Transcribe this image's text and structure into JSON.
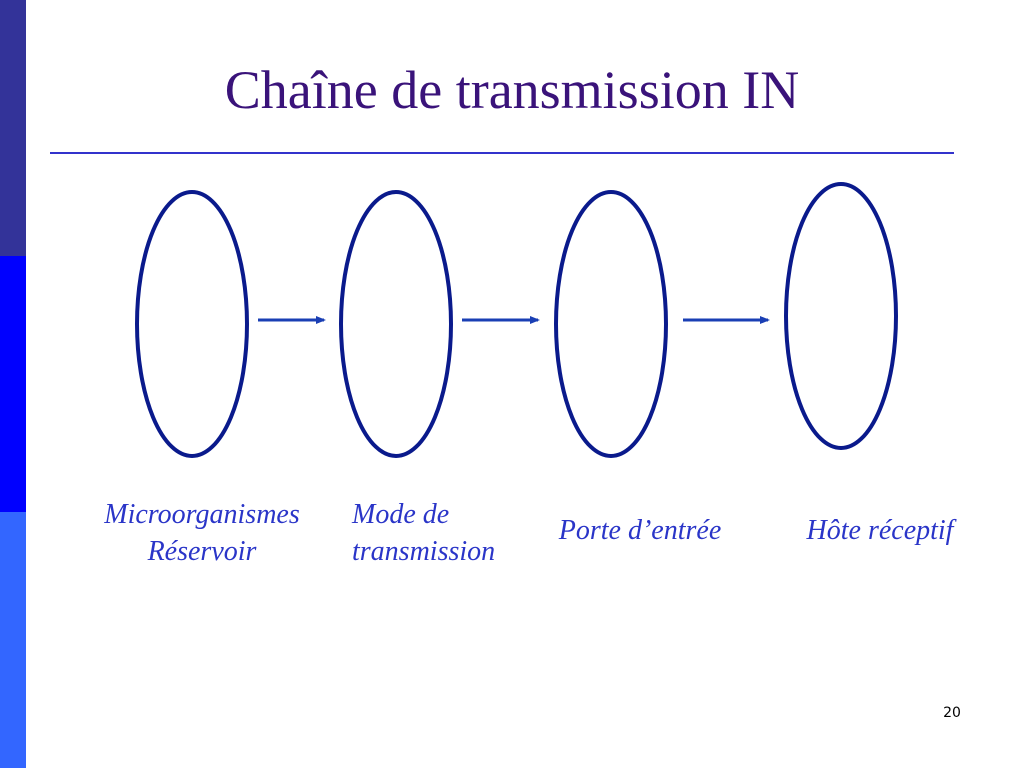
{
  "slide": {
    "title": "Chaîne de transmission IN",
    "page_number": "20"
  },
  "colors": {
    "title": "#3A137A",
    "rule": "#3333CC",
    "ellipse_stroke": "#0A1A8C",
    "arrow": "#1A3FB4",
    "label": "#2A35C8",
    "sidebar_top": "#333399",
    "sidebar_mid": "#0000FF",
    "sidebar_bottom": "#3366FF"
  },
  "diagram": {
    "nodes": [
      {
        "id": "reservoir",
        "label_lines": [
          "Microorganismes",
          "Réservoir"
        ]
      },
      {
        "id": "transmission",
        "label_lines": [
          "Mode de",
          "transmission"
        ]
      },
      {
        "id": "entry",
        "label_lines": [
          "Porte d’entrée"
        ]
      },
      {
        "id": "host",
        "label_lines": [
          "Hôte réceptif"
        ]
      }
    ],
    "edges": [
      {
        "from": "reservoir",
        "to": "transmission"
      },
      {
        "from": "transmission",
        "to": "entry"
      },
      {
        "from": "entry",
        "to": "host"
      }
    ]
  }
}
